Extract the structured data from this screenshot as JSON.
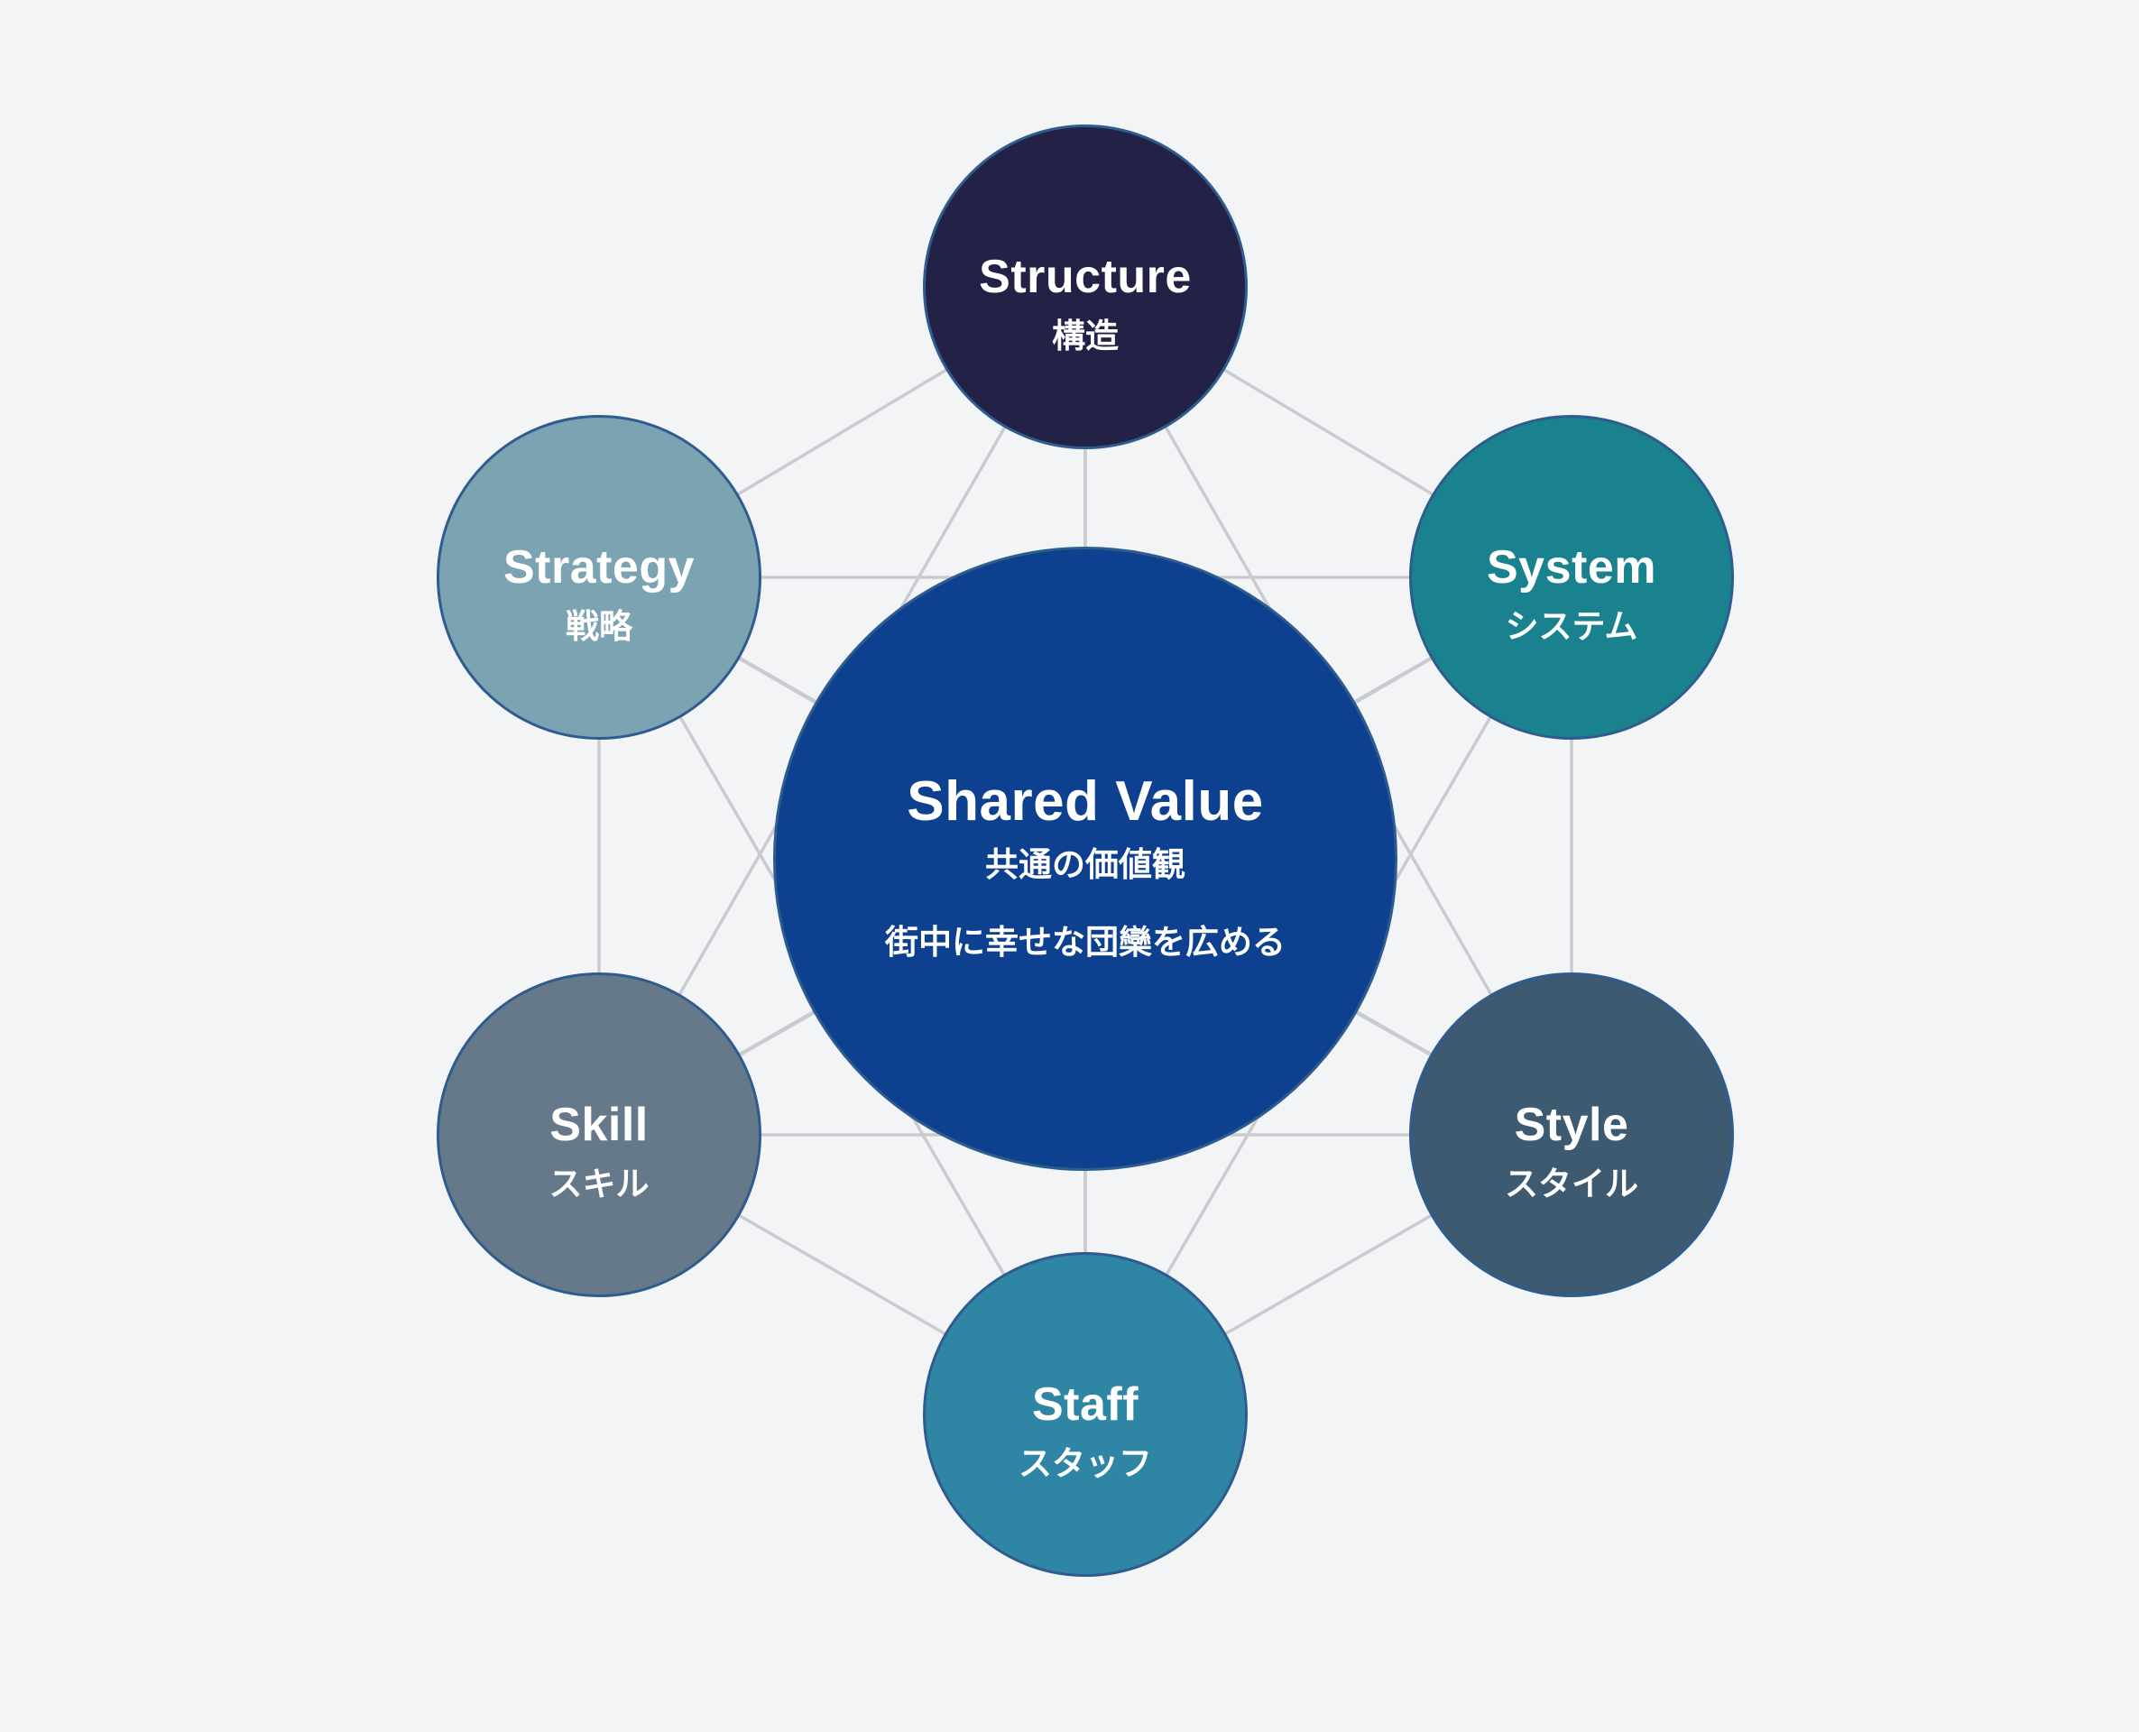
{
  "diagram": {
    "background": "#f3f4f6",
    "connector_color": "#c9cbd1",
    "circle_ring_color": "#2e5c8e",
    "center": {
      "id": "shared-value",
      "label_en": "Shared Value",
      "label_ja": "共通の価値観",
      "tagline": "街中に幸せな団欒を広める",
      "color": "#0d4190"
    },
    "nodes": [
      {
        "id": "structure",
        "label_en": "Structure",
        "label_ja": "構造",
        "color": "#242146"
      },
      {
        "id": "strategy",
        "label_en": "Strategy",
        "label_ja": "戦略",
        "color": "#7ba3b1"
      },
      {
        "id": "system",
        "label_en": "System",
        "label_ja": "システム",
        "color": "#1a818f"
      },
      {
        "id": "skill",
        "label_en": "Skill",
        "label_ja": "スキル",
        "color": "#66798a"
      },
      {
        "id": "style",
        "label_en": "Style",
        "label_ja": "スタイル",
        "color": "#3d5a71"
      },
      {
        "id": "staff",
        "label_en": "Staff",
        "label_ja": "スタッフ",
        "color": "#2e86a4"
      }
    ]
  }
}
